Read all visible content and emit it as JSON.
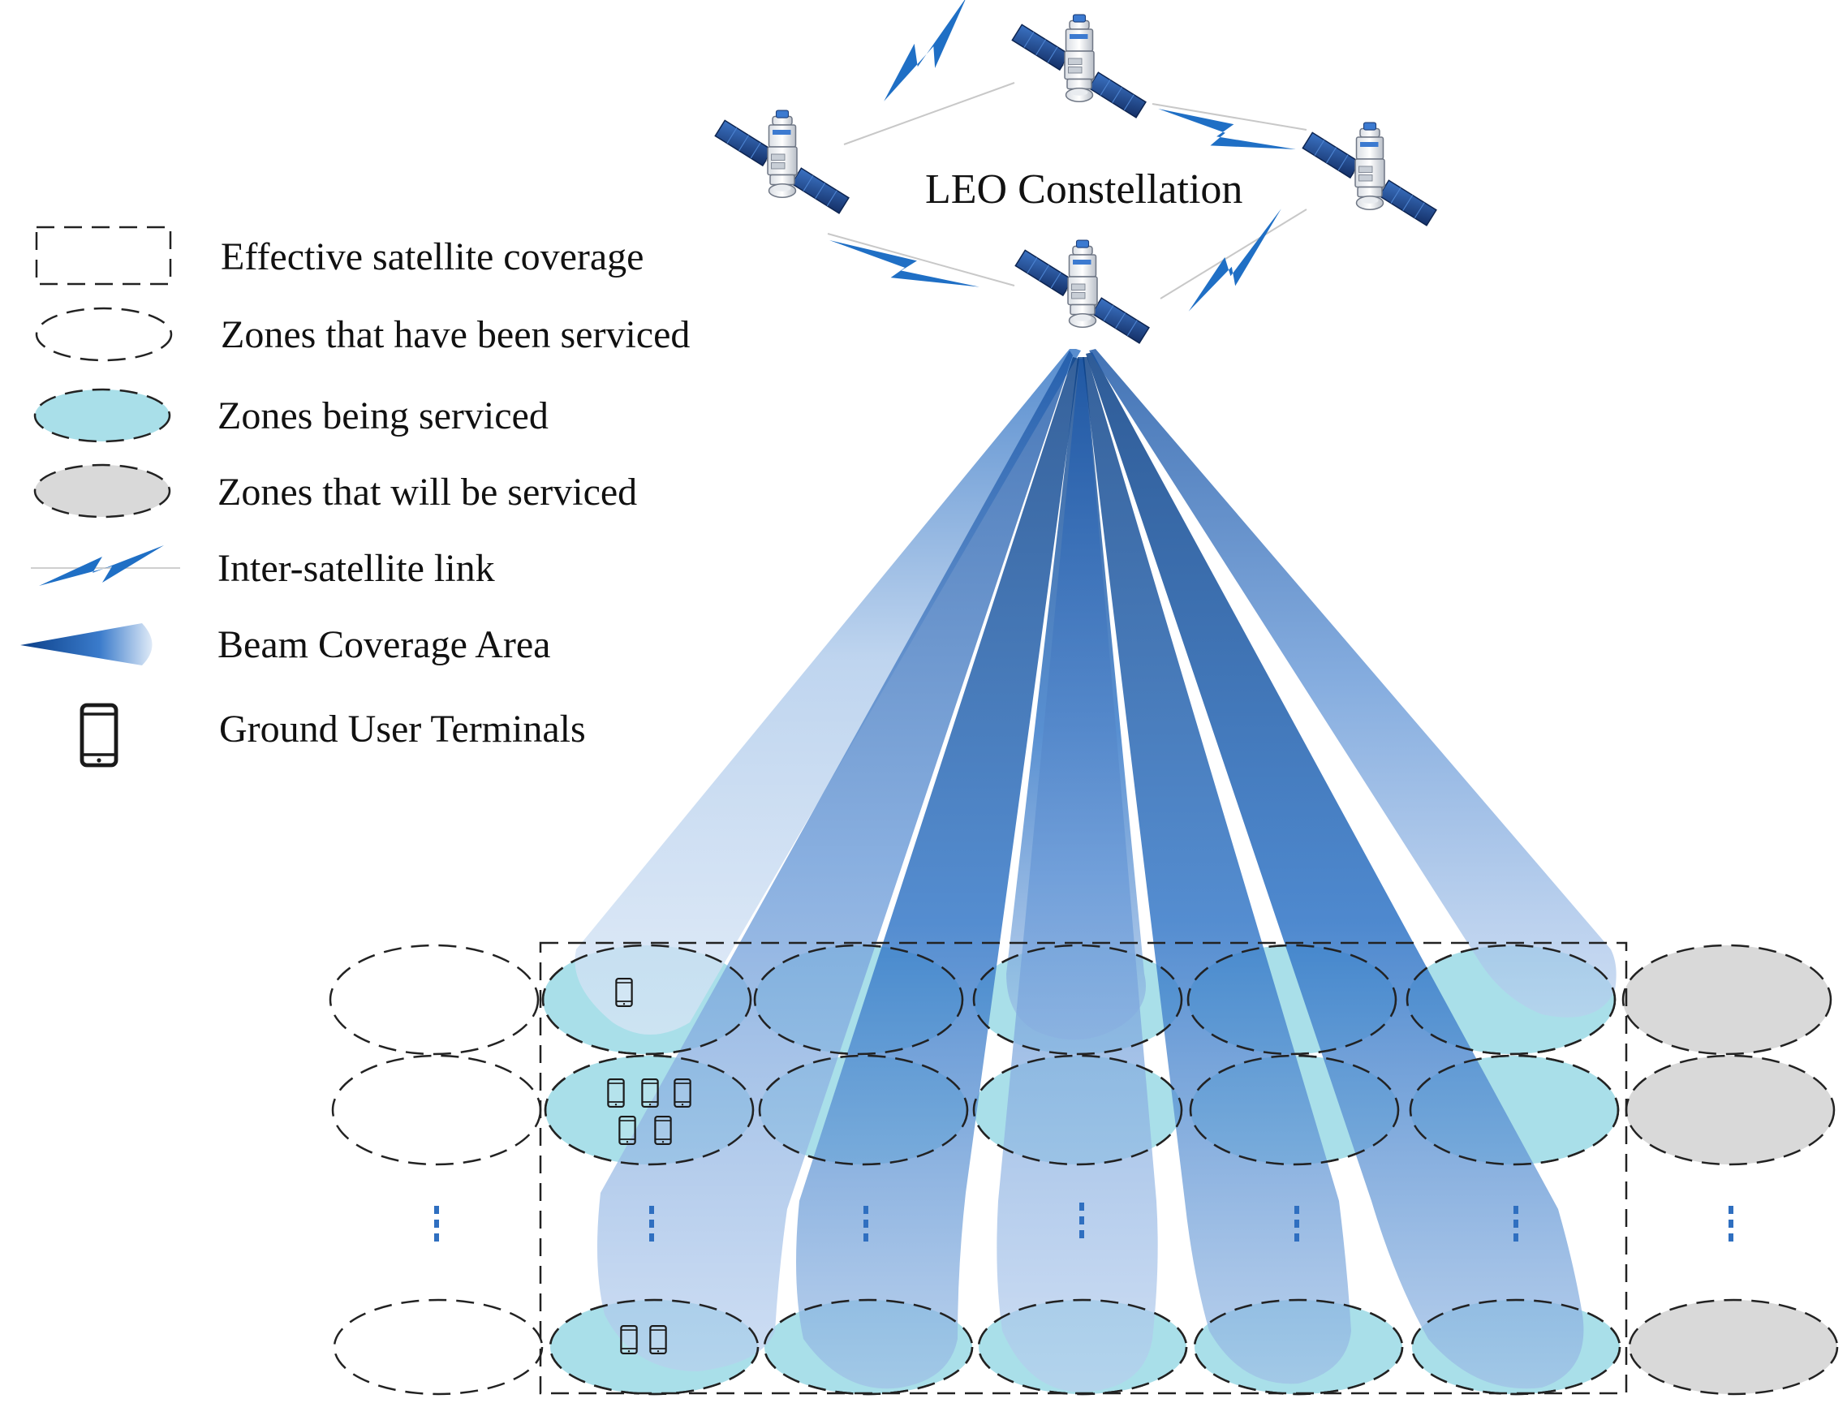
{
  "constellation_label": "LEO Constellation",
  "legend": [
    {
      "key": "effective_coverage",
      "label": "Effective satellite coverage",
      "icon": "dashed-rectangle-icon"
    },
    {
      "key": "serviced",
      "label": "Zones that have been serviced",
      "icon": "dashed-ellipse-white-icon"
    },
    {
      "key": "being_serviced",
      "label": "Zones being serviced",
      "icon": "dashed-ellipse-cyan-icon"
    },
    {
      "key": "will_be_serviced",
      "label": "Zones that will be serviced",
      "icon": "dashed-ellipse-grey-icon"
    },
    {
      "key": "isl",
      "label": "Inter-satellite link",
      "icon": "lightning-link-icon"
    },
    {
      "key": "beam",
      "label": "Beam Coverage Area",
      "icon": "beam-cone-icon"
    },
    {
      "key": "terminal",
      "label": "Ground User Terminals",
      "icon": "phone-icon"
    }
  ],
  "colors": {
    "serviced_fill": "#ffffff",
    "being_serviced_fill": "#a9dfe9",
    "will_be_serviced_fill": "#d9d9d9",
    "beam_dark": "#0d4b9c",
    "beam_light": "#cfe0f2",
    "link_blue": "#1f6fc5",
    "panel_blue": "#1e4d9a"
  },
  "zone_grid": {
    "rows": [
      "row-1",
      "row-2",
      "ellipsis",
      "row-n"
    ],
    "columns": [
      "serviced",
      "being_serviced",
      "being_serviced",
      "being_serviced",
      "being_serviced",
      "being_serviced",
      "will_be_serviced"
    ]
  }
}
